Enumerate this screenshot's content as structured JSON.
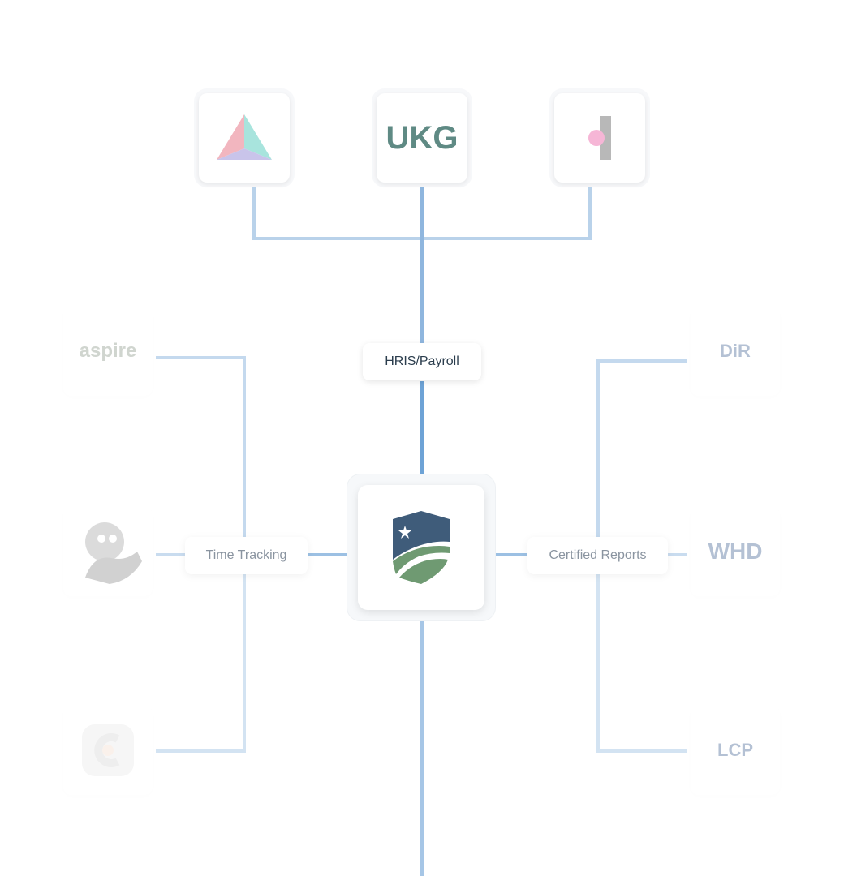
{
  "nodes": {
    "hris_label": "HRIS/Payroll",
    "time_tracking_label": "Time Tracking",
    "certified_reports_label": "Certified Reports"
  },
  "logos": {
    "top": [
      {
        "name": "triangle-logo",
        "text": ""
      },
      {
        "name": "ukg-logo",
        "text": "UKG"
      },
      {
        "name": "dot-bar-logo",
        "text": ""
      }
    ],
    "left": [
      {
        "name": "aspire-logo",
        "text": "aspire"
      },
      {
        "name": "mascot-logo",
        "text": ""
      },
      {
        "name": "c-logo",
        "text": ""
      }
    ],
    "right": [
      {
        "name": "dir-logo",
        "text": "DiR"
      },
      {
        "name": "whd-logo",
        "text": "WHD"
      },
      {
        "name": "lcp-logo",
        "text": "LCP"
      }
    ],
    "center": {
      "name": "shield-logo"
    }
  },
  "colors": {
    "line": "#8fb6de",
    "line_strong": "#5b95cf",
    "navy": "#3f5c7a",
    "green": "#6f9a72",
    "ukg": "#5f8a84"
  }
}
